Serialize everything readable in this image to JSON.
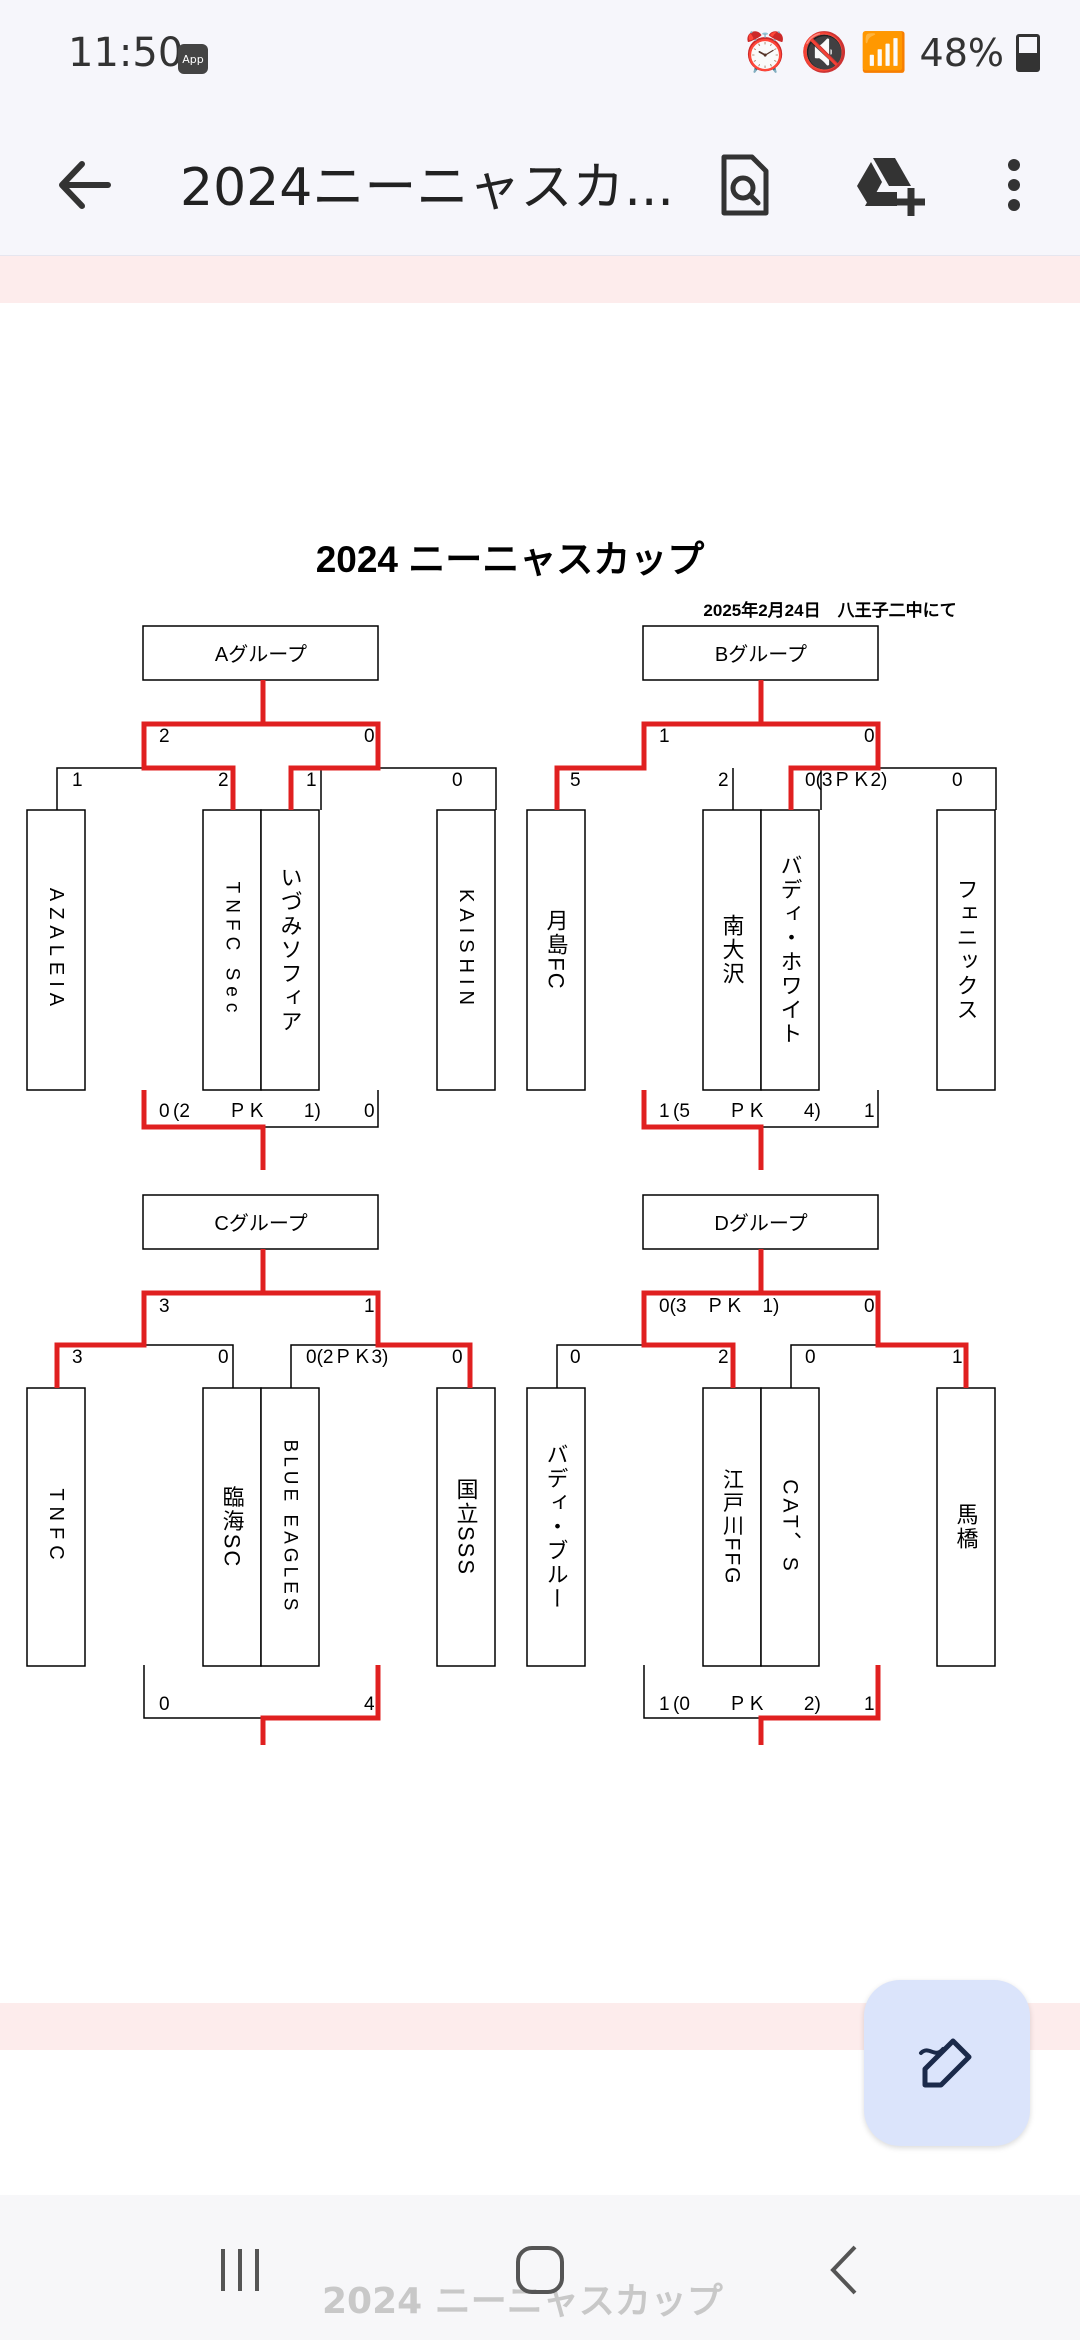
{
  "status": {
    "time": "11:50",
    "app_badge": "App",
    "battery": "48%"
  },
  "app_bar": {
    "title": "2024ニーニャスカ..."
  },
  "doc": {
    "title": "2024 ニーニャスカップ",
    "date_venue": "2025年2月24日　八王子二中にて",
    "groups": [
      {
        "label": "Aグループ",
        "teams": [
          "AZALEIA",
          "TNFC Sec",
          "いづみソフィア",
          "KAISHIN"
        ],
        "scores": {
          "l1": "1",
          "l2": "2",
          "r1": "1",
          "r2": "0",
          "top_l": "2",
          "top_r": "0",
          "bottom_l": "0",
          "bottom_mid": "(2　　ＰＫ　　1)",
          "bottom_r": "0"
        }
      },
      {
        "label": "Bグループ",
        "teams": [
          "月島FC",
          "南大沢",
          "バディ・ホワイト",
          "フェニックス"
        ],
        "scores": {
          "l1": "5",
          "l2": "2",
          "r1": "0(3ＰＫ2)",
          "r2": "0",
          "top_l": "1",
          "top_r": "0",
          "bottom_l": "1",
          "bottom_mid": "(5　　ＰＫ　　4)",
          "bottom_r": "1"
        }
      },
      {
        "label": "Cグループ",
        "teams": [
          "TNFC",
          "臨海SC",
          "BLUE EAGLES",
          "国立SSS"
        ],
        "scores": {
          "l1": "3",
          "l2": "0",
          "r1": "0(2ＰＫ3)",
          "r2": "0",
          "top_l": "3",
          "top_r": "1",
          "bottom_l": "0",
          "bottom_mid": "",
          "bottom_r": "4"
        }
      },
      {
        "label": "Dグループ",
        "teams": [
          "バディ・ブルー",
          "江戸川FFG",
          "CAT、S",
          "馬橋"
        ],
        "scores": {
          "l1": "0",
          "l2": "2",
          "r1": "0",
          "r2": "1",
          "top_l": "0(3　ＰＫ　1)",
          "top_r": "0",
          "bottom_l": "1",
          "bottom_mid": "(0　　ＰＫ　　2)",
          "bottom_r": "1"
        }
      }
    ]
  },
  "nav": {
    "ghost_title": "2024 ニーニャスカップ"
  }
}
